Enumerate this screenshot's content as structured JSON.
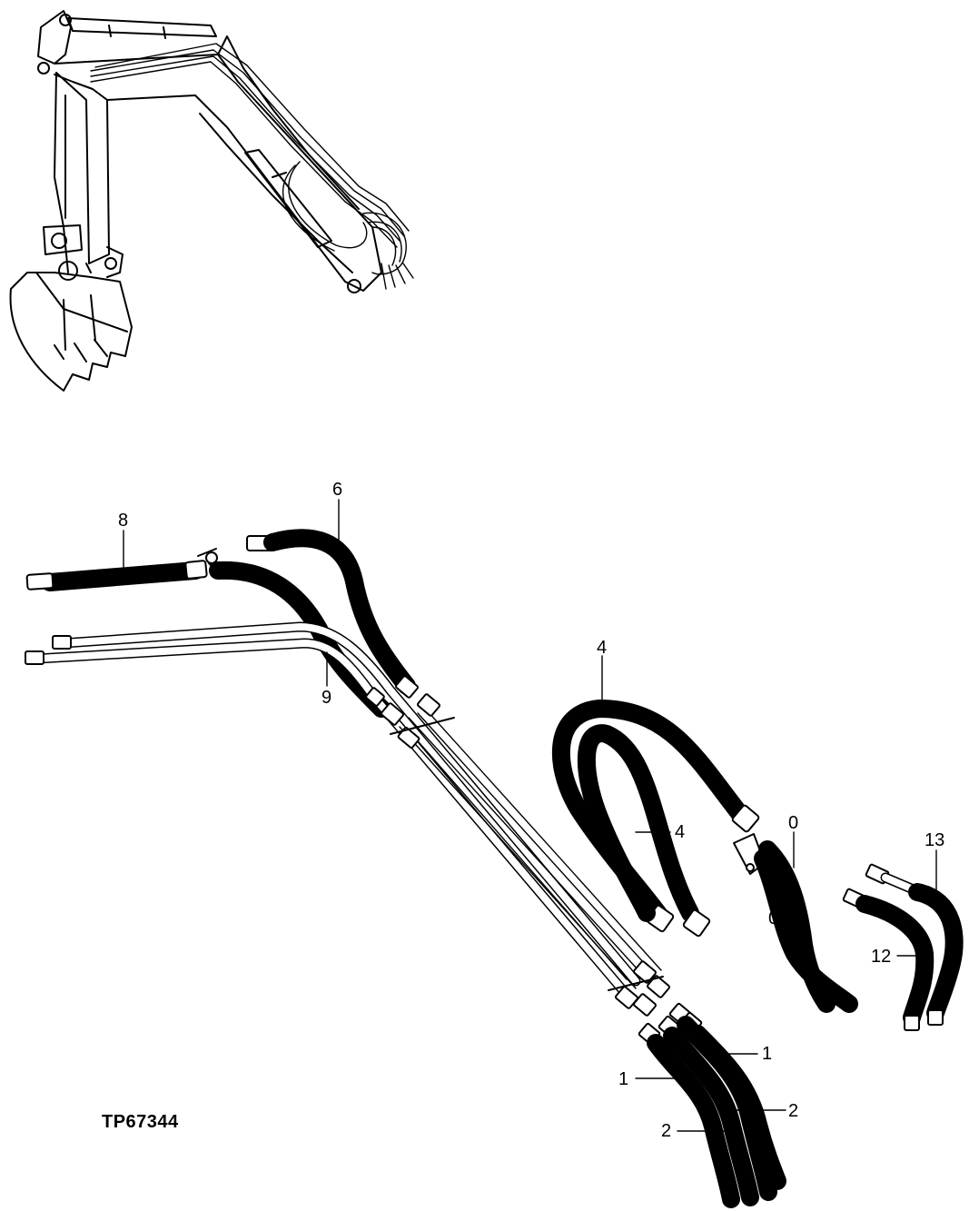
{
  "drawing_id": "TP67344",
  "callouts": {
    "c6": "6",
    "c8": "8",
    "c9": "9",
    "c4_outer": "4",
    "c4_inner": "4",
    "c0_upper": "0",
    "c0_lower": "0",
    "c13": "13",
    "c12": "12",
    "c1_right": "1",
    "c1_left": "1",
    "c2_right": "2",
    "c2_left": "2"
  }
}
